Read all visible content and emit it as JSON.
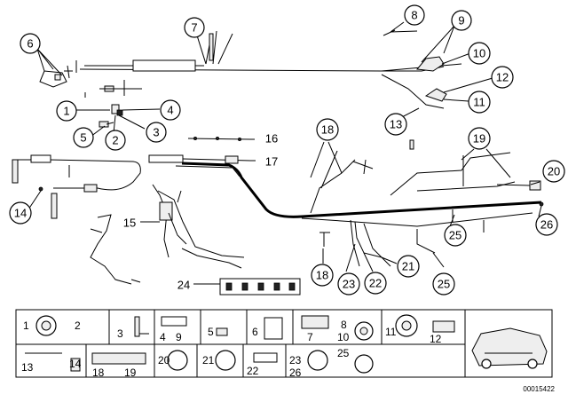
{
  "callouts": [
    {
      "id": "c1",
      "label": "1"
    },
    {
      "id": "c2",
      "label": "2"
    },
    {
      "id": "c3",
      "label": "3"
    },
    {
      "id": "c4",
      "label": "4"
    },
    {
      "id": "c5",
      "label": "5"
    },
    {
      "id": "c6",
      "label": "6"
    },
    {
      "id": "c7",
      "label": "7"
    },
    {
      "id": "c8",
      "label": "8"
    },
    {
      "id": "c9",
      "label": "9"
    },
    {
      "id": "c10",
      "label": "10"
    },
    {
      "id": "c11",
      "label": "11"
    },
    {
      "id": "c12",
      "label": "12"
    },
    {
      "id": "c13",
      "label": "13"
    },
    {
      "id": "c14",
      "label": "14"
    },
    {
      "id": "c15",
      "label": "15"
    },
    {
      "id": "c16",
      "label": "16"
    },
    {
      "id": "c17",
      "label": "17"
    },
    {
      "id": "c18a",
      "label": "18"
    },
    {
      "id": "c18b",
      "label": "18"
    },
    {
      "id": "c19",
      "label": "19"
    },
    {
      "id": "c20",
      "label": "20"
    },
    {
      "id": "c21",
      "label": "21"
    },
    {
      "id": "c22",
      "label": "22"
    },
    {
      "id": "c23",
      "label": "23"
    },
    {
      "id": "c24",
      "label": "24"
    },
    {
      "id": "c25a",
      "label": "25"
    },
    {
      "id": "c25b",
      "label": "25"
    },
    {
      "id": "c26",
      "label": "26"
    }
  ],
  "legend": {
    "row1": [
      {
        "labels": [
          "1",
          "2"
        ]
      },
      {
        "labels": [
          "3"
        ]
      },
      {
        "labels": [
          "4",
          "9"
        ]
      },
      {
        "labels": [
          "5"
        ]
      },
      {
        "labels": [
          "6"
        ]
      },
      {
        "labels": [
          "7",
          "8",
          "10"
        ]
      },
      {
        "labels": [
          "11",
          "12"
        ]
      }
    ],
    "row2": [
      {
        "labels": [
          "13",
          "14"
        ]
      },
      {
        "labels": [
          "18",
          "19"
        ]
      },
      {
        "labels": [
          "20"
        ]
      },
      {
        "labels": [
          "21"
        ]
      },
      {
        "labels": [
          "22"
        ]
      },
      {
        "labels": [
          "23",
          "26",
          "25"
        ]
      }
    ]
  },
  "document_id": "00015422"
}
